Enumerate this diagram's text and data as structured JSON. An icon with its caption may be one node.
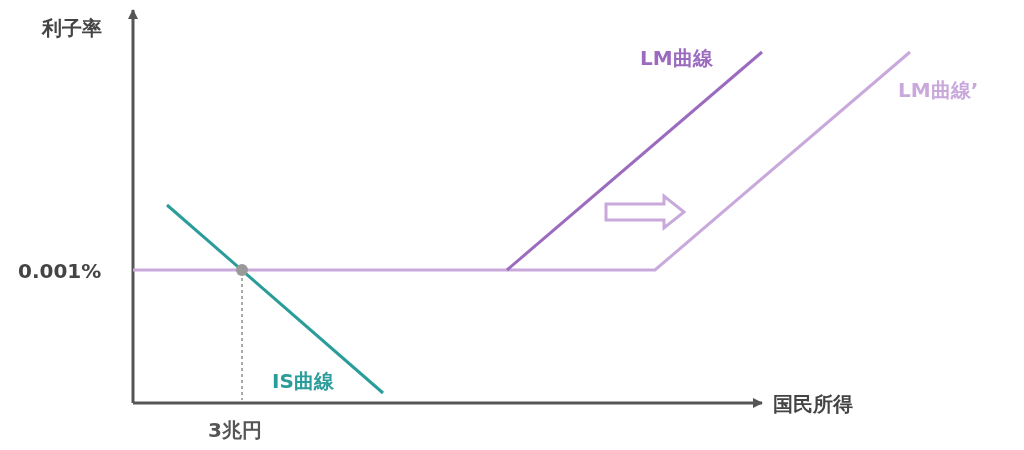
{
  "diagram": {
    "labels": [
      "利子率",
      "LM曲線",
      "LM曲線’",
      "0.001%",
      "IS曲線",
      "国民所得",
      "3兆円"
    ]
  }
}
